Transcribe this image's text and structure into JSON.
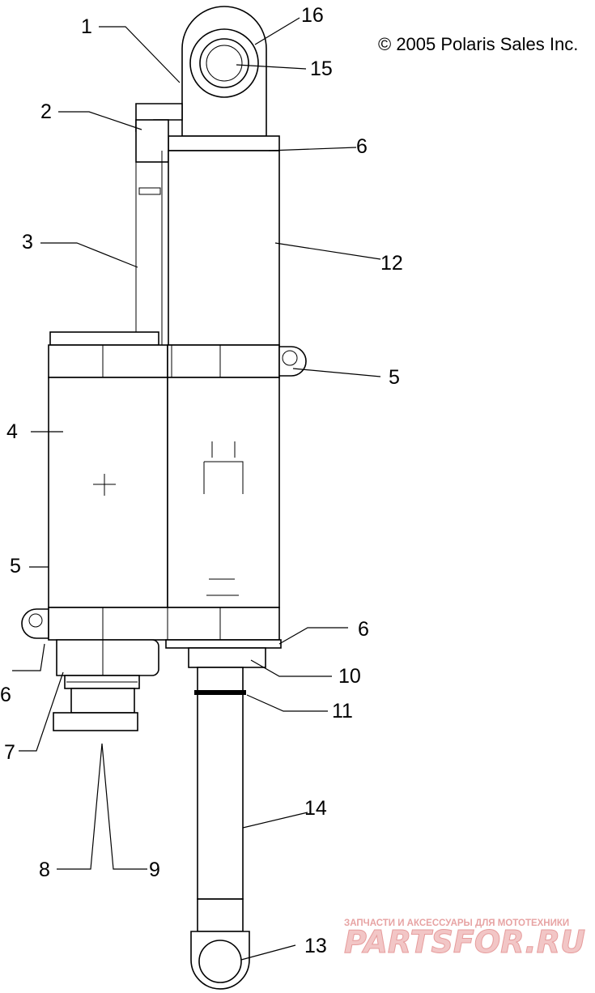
{
  "copyright": "© 2005 Polaris Sales Inc.",
  "watermark": {
    "tagline": "ЗАПЧАСТИ И АКСЕССУАРЫ ДЛЯ МОТОТЕХНИКИ",
    "logo": "PARTSFOR.RU"
  },
  "callouts": [
    {
      "id": "c1",
      "label": "1"
    },
    {
      "id": "c2",
      "label": "2"
    },
    {
      "id": "c3",
      "label": "3"
    },
    {
      "id": "c4",
      "label": "4"
    },
    {
      "id": "c5a",
      "label": "5"
    },
    {
      "id": "c5b",
      "label": "5"
    },
    {
      "id": "c6a",
      "label": "6"
    },
    {
      "id": "c6b",
      "label": "6"
    },
    {
      "id": "c6c",
      "label": "6"
    },
    {
      "id": "c7",
      "label": "7"
    },
    {
      "id": "c8",
      "label": "8"
    },
    {
      "id": "c9",
      "label": "9"
    },
    {
      "id": "c10",
      "label": "10"
    },
    {
      "id": "c11",
      "label": "11"
    },
    {
      "id": "c12",
      "label": "12"
    },
    {
      "id": "c13",
      "label": "13"
    },
    {
      "id": "c14",
      "label": "14"
    },
    {
      "id": "c15",
      "label": "15"
    },
    {
      "id": "c16",
      "label": "16"
    }
  ]
}
